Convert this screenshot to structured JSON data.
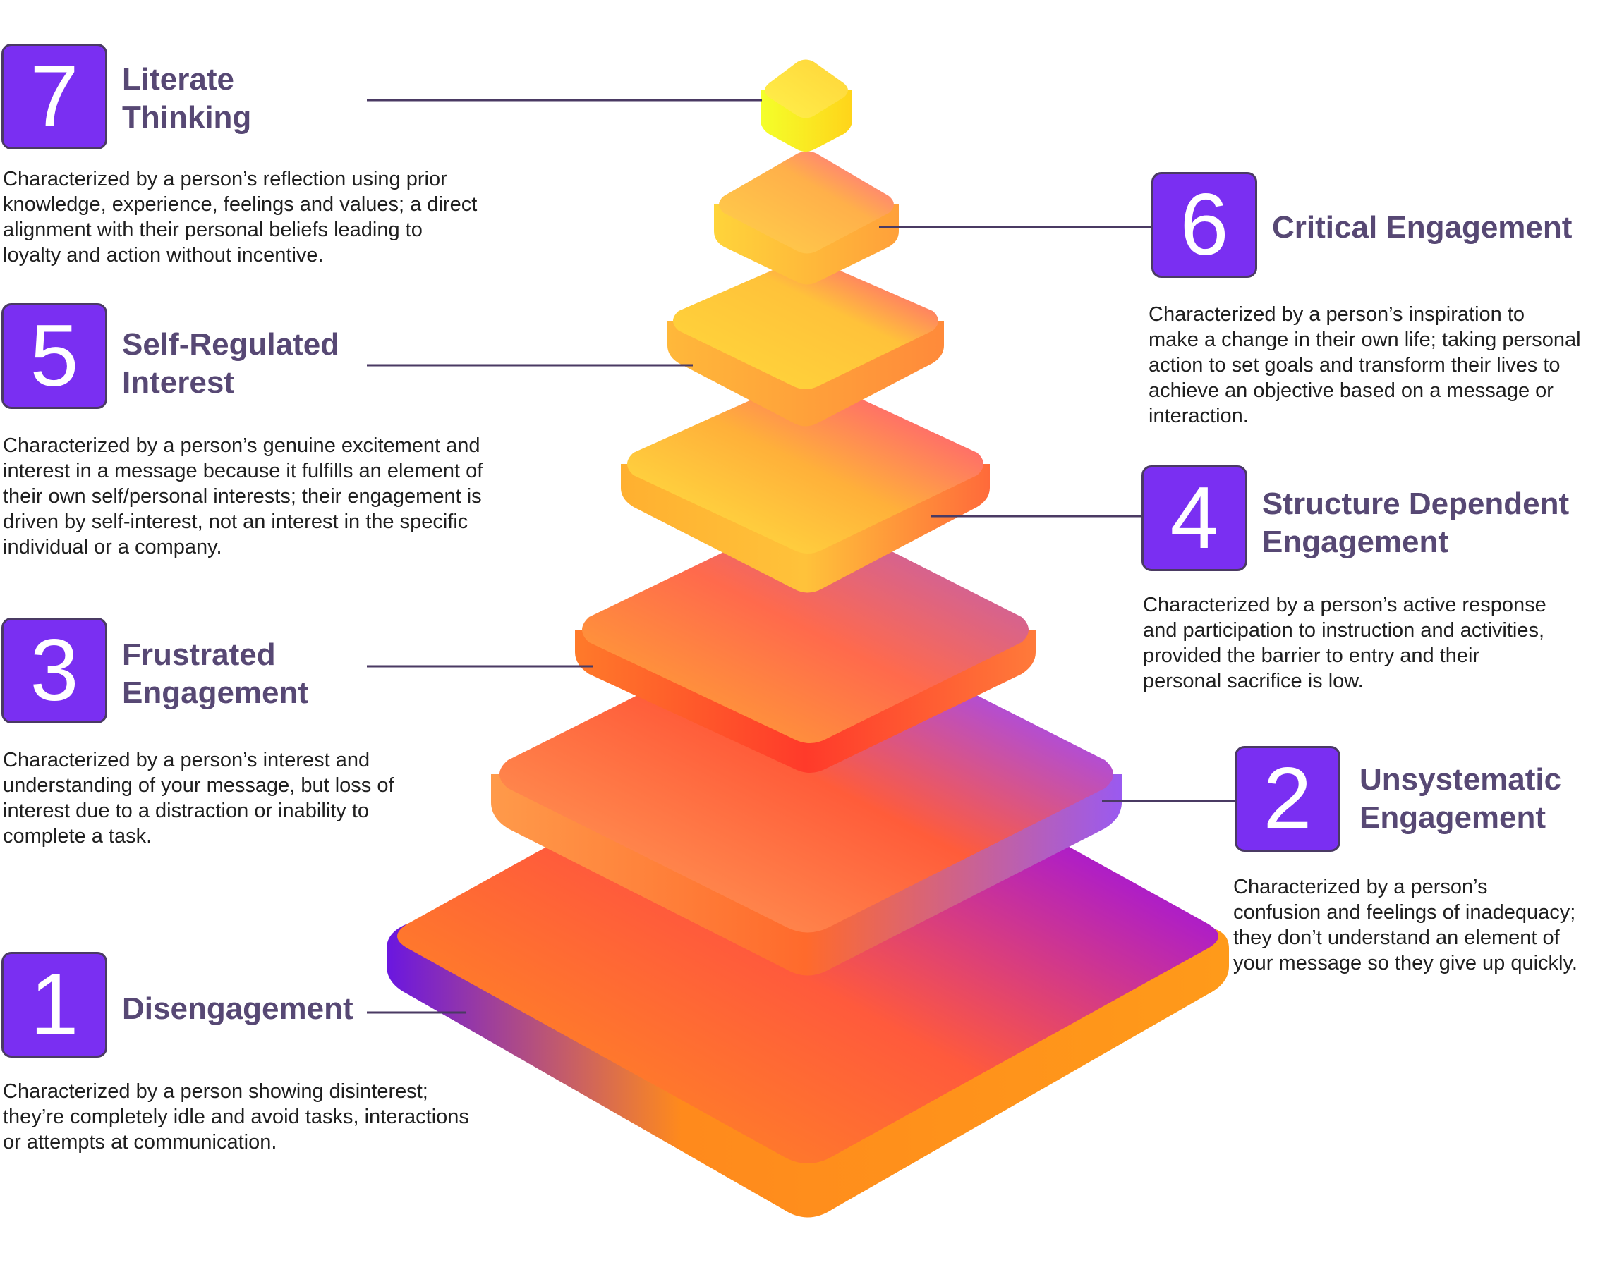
{
  "stages": [
    {
      "number": "1",
      "title_lines": [
        "Disengagement"
      ],
      "desc_lines": [
        "Characterized by a person showing disinterest;",
        "they’re completely idle and  avoid tasks, interactions",
        "or attempts at  communication."
      ]
    },
    {
      "number": "2",
      "title_lines": [
        "Unsystematic",
        "Engagement"
      ],
      "desc_lines": [
        "Characterized by a person’s",
        "confusion and feelings of inadequacy;",
        "they don’t understand an element of",
        "your message so they give up quickly."
      ]
    },
    {
      "number": "3",
      "title_lines": [
        "Frustrated",
        "Engagement"
      ],
      "desc_lines": [
        "Characterized by a person’s interest and",
        "understanding of your message, but loss of",
        "interest due to a distraction or inability to",
        "complete a task."
      ]
    },
    {
      "number": "4",
      "title_lines": [
        "Structure Dependent",
        "Engagement"
      ],
      "desc_lines": [
        "Characterized by a person’s active response",
        "and participation to instruction and activities,",
        "provided the barrier to entry and their",
        "personal  sacrifice is low."
      ]
    },
    {
      "number": "5",
      "title_lines": [
        "Self-Regulated",
        "Interest"
      ],
      "desc_lines": [
        "Characterized by a person’s genuine excitement and",
        "interest in a message because it fulfills an element of",
        "their own self/personal interests; their engagement is",
        "driven by self-interest, not an interest in the specific",
        "individual or a company."
      ]
    },
    {
      "number": "6",
      "title_lines": [
        "Critical Engagement"
      ],
      "desc_lines": [
        "Characterized by a person’s inspiration  to",
        "make a change in their own life; taking personal",
        "action to set goals and transform their lives to",
        "achieve an objective based on a message or",
        "interaction."
      ]
    },
    {
      "number": "7",
      "title_lines": [
        "Literate",
        "Thinking"
      ],
      "desc_lines": [
        "Characterized by a person’s reflection using prior",
        "knowledge, experience, feelings and values; a direct",
        "alignment with their personal beliefs leading to",
        "loyalty and action without incentive."
      ]
    }
  ],
  "colors": {
    "number_box": "#7a2ff2",
    "title_text": "#574874",
    "connector": "#4a3a63",
    "violet": "#5a14e8",
    "orange": "#ff8a1c",
    "pink": "#ff4f8e",
    "yellow": "#ffe640"
  }
}
